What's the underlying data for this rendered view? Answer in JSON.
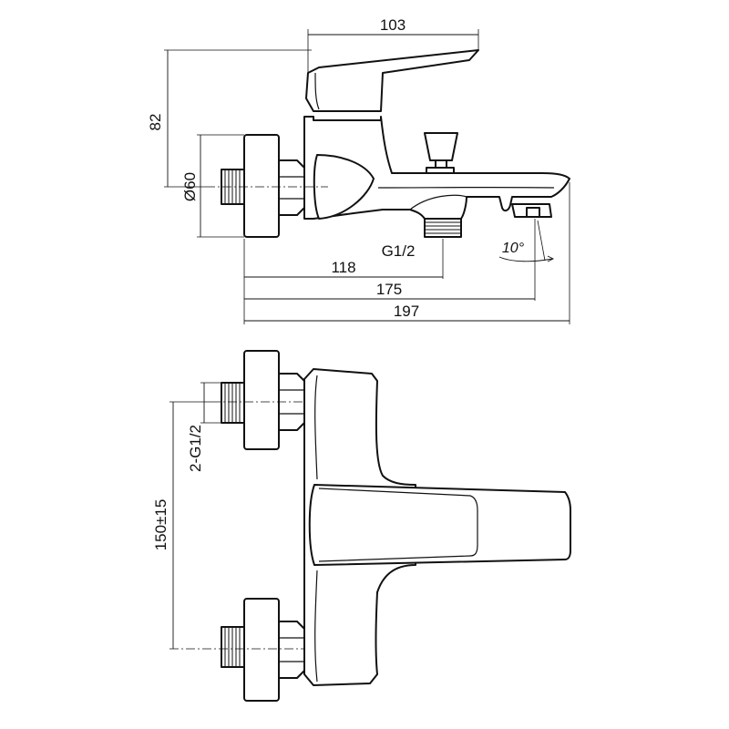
{
  "dimensions": {
    "height_82": "82",
    "width_103": "103",
    "diameter_60": "Ø60",
    "thread_g12": "G1/2",
    "angle_10": "10°",
    "length_118": "118",
    "length_175": "175",
    "length_197": "197",
    "thread_2g12": "2-G1/2",
    "spacing_150": "150±15"
  }
}
